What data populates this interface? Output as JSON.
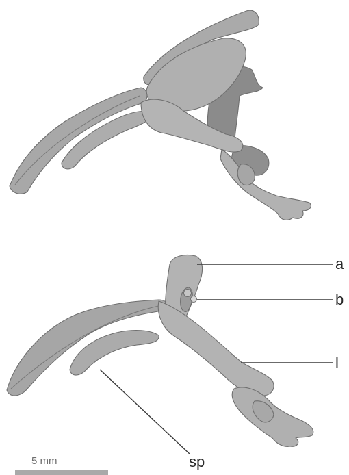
{
  "figure": {
    "labels": {
      "a": "a",
      "b": "b",
      "l": "l",
      "sp": "sp"
    },
    "scale_bar": {
      "label": "5 mm"
    },
    "colors": {
      "background": "#ffffff",
      "tissue_light": "#b2b2b2",
      "tissue_mid": "#a3a3a3",
      "tissue_dark": "#8b8b8b",
      "outline": "#6f6f6f",
      "scale_bar": "#a9a9a9"
    }
  }
}
